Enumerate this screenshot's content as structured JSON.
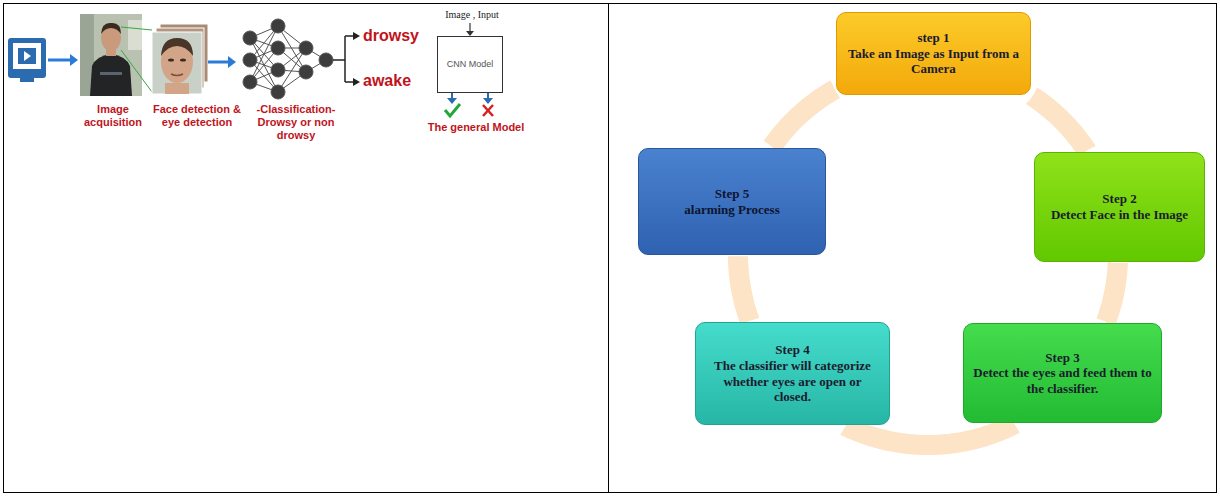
{
  "diagram": {
    "nodes": [
      {
        "text": [
          "CNN Model"
        ]
      },
      {
        "text": [
          "step 1",
          "Take an Image as Input from a Camera"
        ]
      },
      {
        "text": [
          "Step 2",
          "Detect Face in the Image"
        ]
      },
      {
        "text": [
          "Step 3",
          "Detect the eyes and feed them to the classifier."
        ]
      },
      {
        "text": [
          "Step 4",
          "The classifier will categorize whether eyes are open or closed."
        ]
      },
      {
        "text": [
          "Step 5",
          "alarming Process"
        ]
      }
    ],
    "edges": [
      {
        "from": 1,
        "to": 2,
        "arrow": "none"
      },
      {
        "from": 2,
        "to": 3,
        "arrow": "none"
      },
      {
        "from": 3,
        "to": 4,
        "arrow": "none"
      },
      {
        "from": 4,
        "to": 5,
        "arrow": "none"
      },
      {
        "from": 5,
        "to": 1,
        "arrow": "none"
      }
    ],
    "labels": [
      "drowsy",
      "awake",
      "Image acquisition",
      "Face detection & eye detection",
      "-Classification- Drowsy or non drowsy",
      "Image , Input",
      "The general Model"
    ]
  }
}
